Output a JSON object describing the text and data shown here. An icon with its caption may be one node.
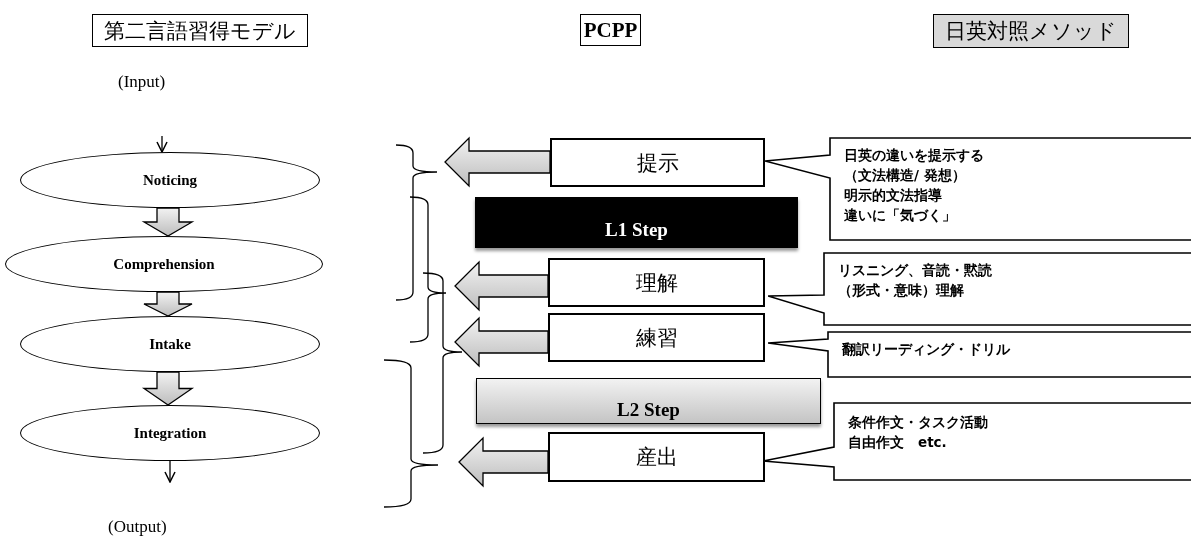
{
  "diagram": {
    "nodes": [
      {
        "text": [
          "第二言語習得モデル"
        ]
      },
      {
        "text": [
          "PCPP"
        ]
      },
      {
        "text": [
          "日英対照メソッド"
        ]
      },
      {
        "text": [
          "Noticing"
        ]
      },
      {
        "text": [
          "Comprehension"
        ]
      },
      {
        "text": [
          "Intake"
        ]
      },
      {
        "text": [
          "Integration"
        ]
      },
      {
        "text": [
          "提示"
        ]
      },
      {
        "text": [
          "L1 Step"
        ]
      },
      {
        "text": [
          "理解"
        ]
      },
      {
        "text": [
          "練習"
        ]
      },
      {
        "text": [
          "L2 Step"
        ]
      },
      {
        "text": [
          "産出"
        ]
      },
      {
        "text": [
          "日英の違いを提示する",
          "（文法構造/ 発想）",
          "明示的文法指導",
          "違いに「気づく」"
        ]
      },
      {
        "text": [
          "リスニング、音読・黙読",
          "（形式・意味）理解"
        ]
      },
      {
        "text": [
          "翻訳リーディング・ドリル"
        ]
      },
      {
        "text": [
          "条件作文・タスク活動",
          "自由作文　etc."
        ]
      }
    ],
    "edges": [
      {
        "from": null,
        "to": 3,
        "arrow": "to"
      },
      {
        "from": 3,
        "to": 4,
        "arrow": "to"
      },
      {
        "from": 4,
        "to": 5,
        "arrow": "to"
      },
      {
        "from": 5,
        "to": 6,
        "arrow": "to"
      },
      {
        "from": 6,
        "to": null,
        "arrow": "to"
      },
      {
        "from": 7,
        "to": null,
        "arrow": "to"
      },
      {
        "from": 9,
        "to": null,
        "arrow": "to"
      },
      {
        "from": 10,
        "to": null,
        "arrow": "to"
      },
      {
        "from": 12,
        "to": null,
        "arrow": "to"
      }
    ],
    "labels": [
      "(Input)",
      "(Output)"
    ]
  }
}
